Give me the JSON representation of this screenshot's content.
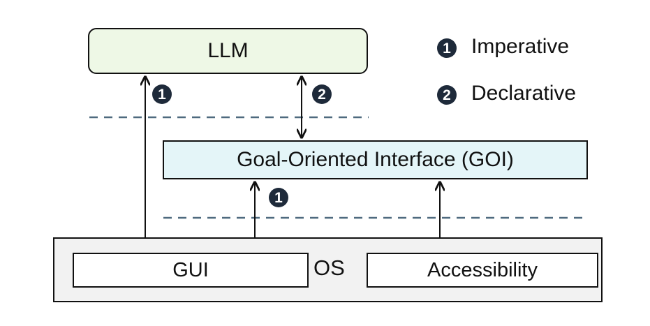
{
  "colors": {
    "llm_fill": "#eef8e6",
    "goi_fill": "#e4f5f8",
    "os_fill": "#f2f2f2",
    "badge_fill": "#1e2a3a",
    "dashed_line": "#4f6a7f",
    "stroke": "#111111"
  },
  "nodes": {
    "llm": "LLM",
    "goi": "Goal-Oriented Interface (GOI)",
    "gui": "GUI",
    "os": "OS",
    "accessibility": "Accessibility"
  },
  "badges": {
    "one": "1",
    "two": "2"
  },
  "legend": {
    "imperative_num": "1",
    "imperative_label": "Imperative",
    "declarative_num": "2",
    "declarative_label": "Declarative"
  }
}
